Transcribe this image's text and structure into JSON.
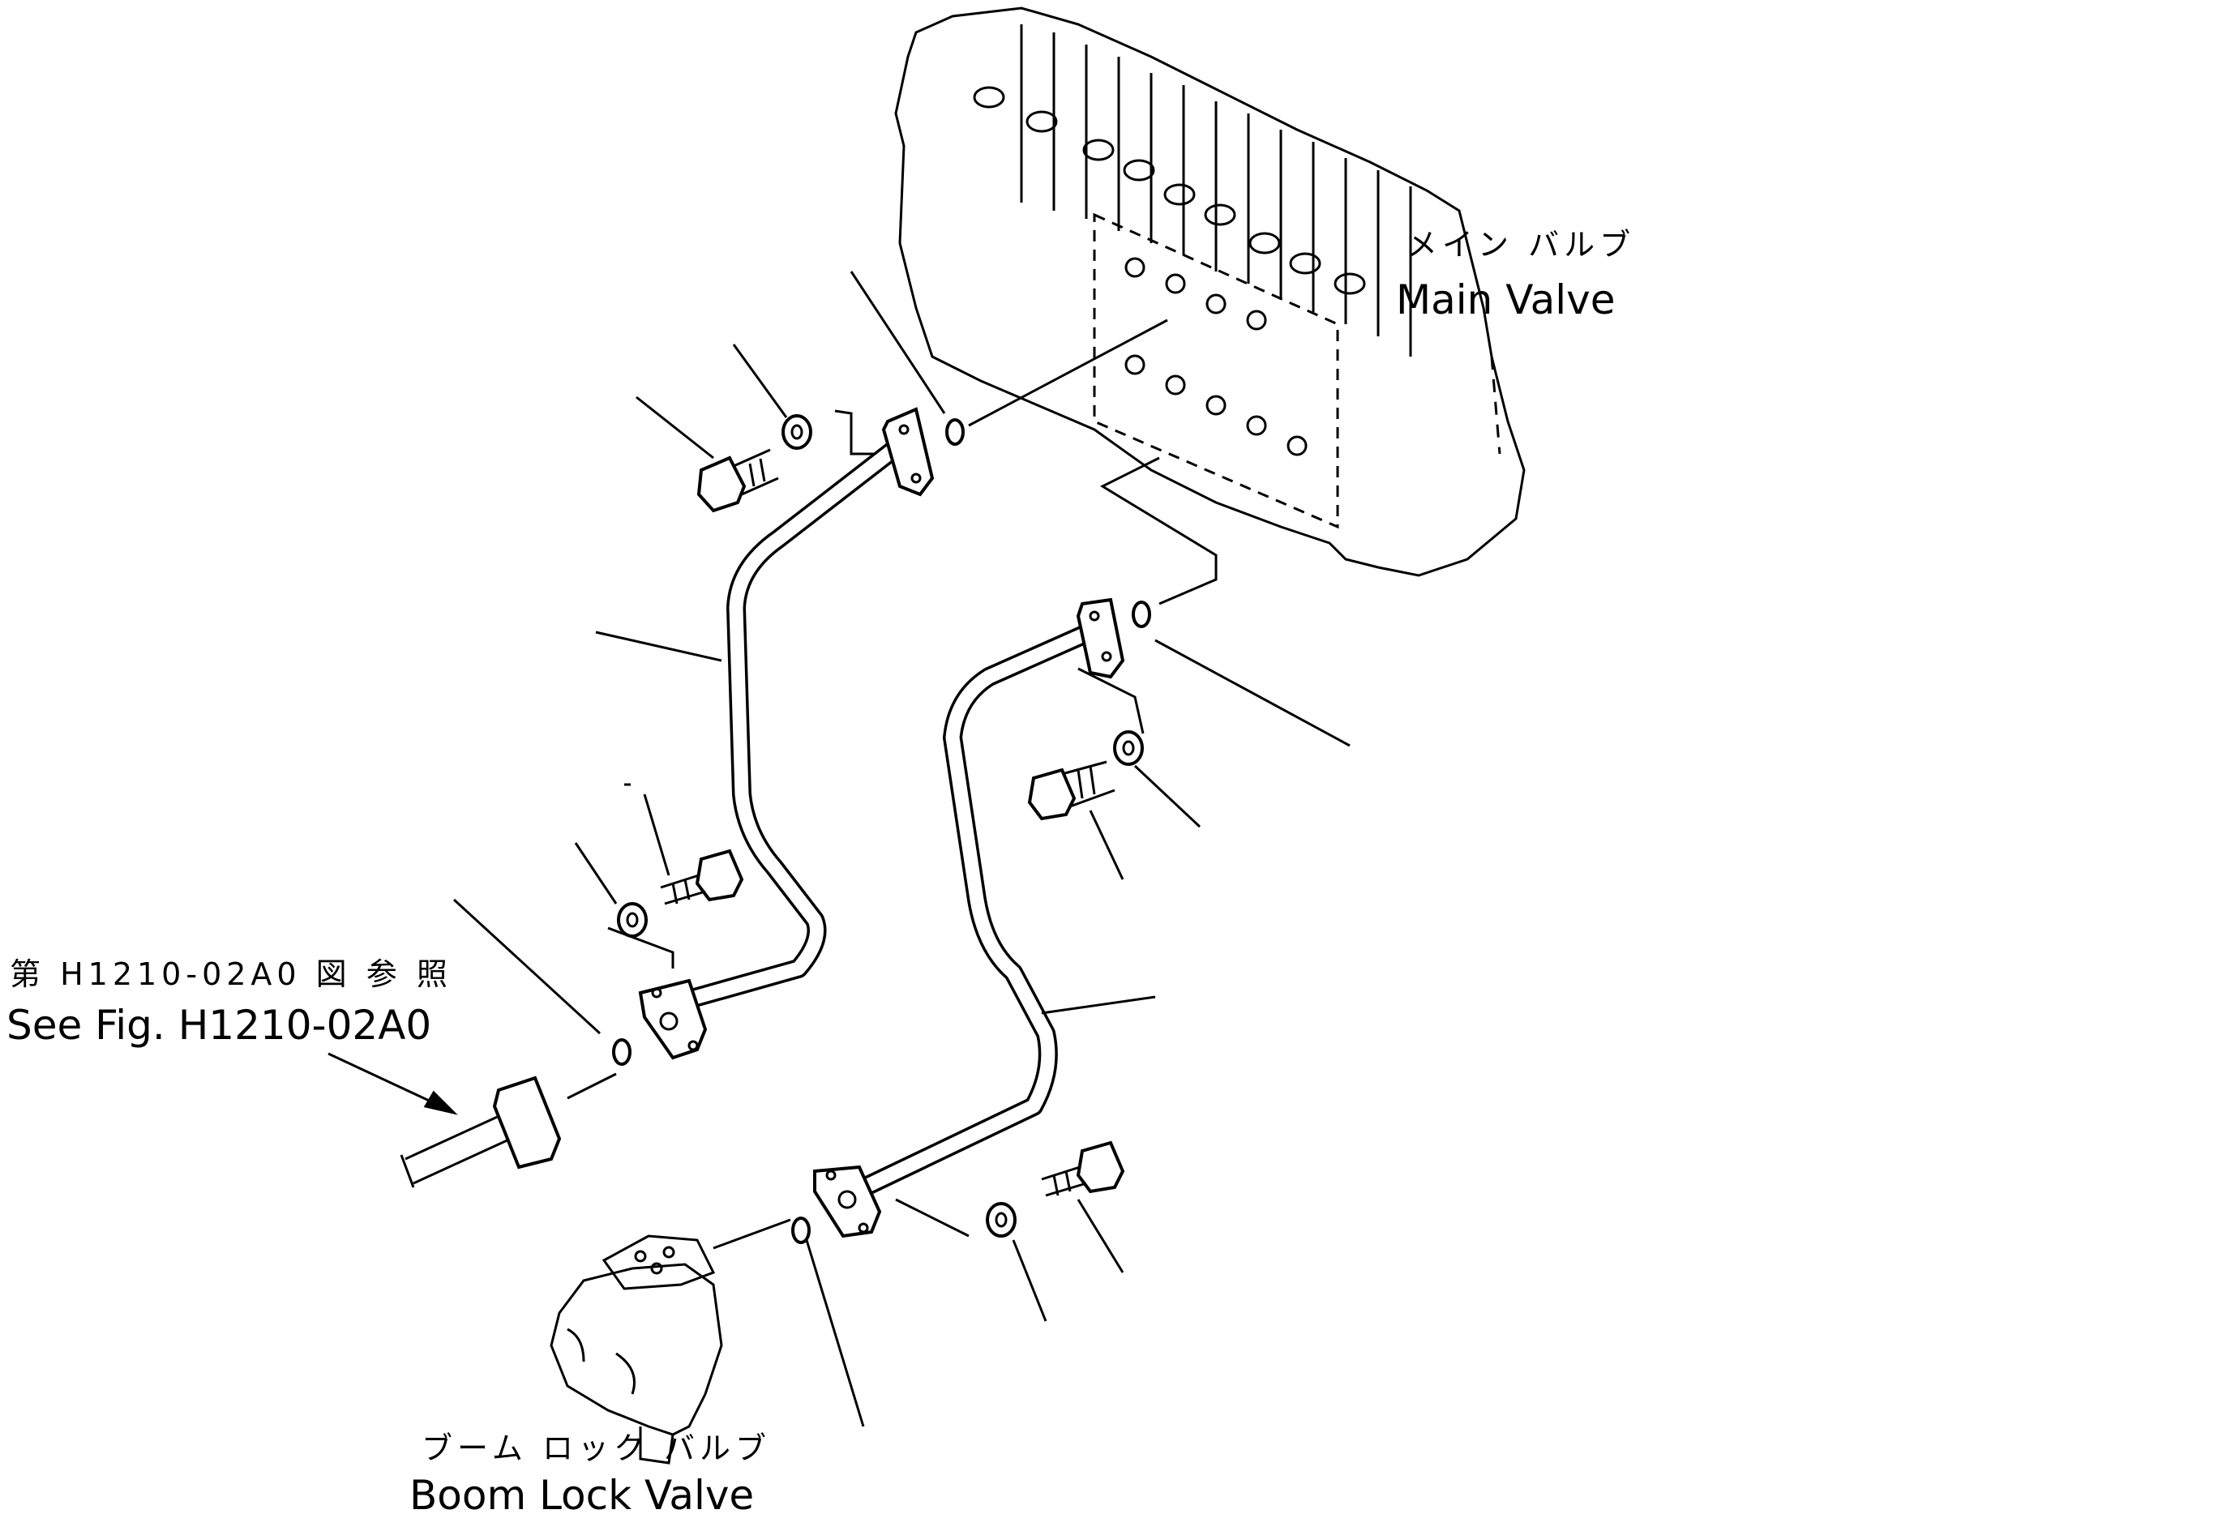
{
  "labels": {
    "main_valve_jp": "メイン バルブ",
    "main_valve_en": "Main Valve",
    "ref_jp": "第 H1210-02A0 図 参 照",
    "ref_en": "See Fig. H1210-02A0",
    "boom_lock_jp": "ブーム ロック バルブ",
    "boom_lock_en": "Boom Lock Valve"
  }
}
